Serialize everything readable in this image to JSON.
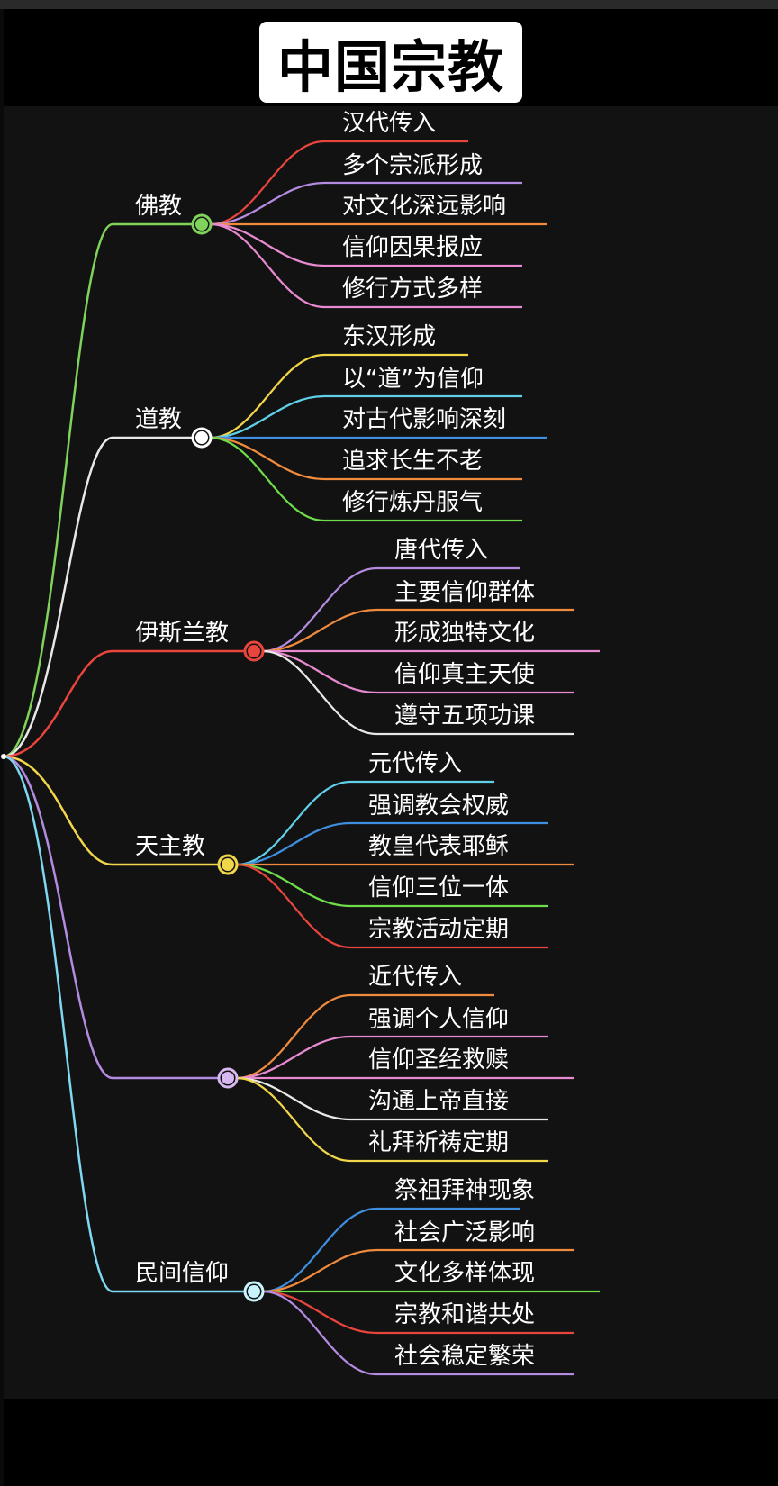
{
  "title": "中国宗教",
  "branches": [
    {
      "label": "佛教",
      "color": "#7fd35a",
      "dot": "#7fd35a",
      "leaves": [
        {
          "text": "汉代传入",
          "color": "#e8453c"
        },
        {
          "text": "多个宗派形成",
          "color": "#b38be0"
        },
        {
          "text": "对文化深远影响",
          "color": "#f08a3c"
        },
        {
          "text": "信仰因果报应",
          "color": "#e88ad0"
        },
        {
          "text": "修行方式多样",
          "color": "#e88ad0"
        }
      ]
    },
    {
      "label": "道教",
      "color": "#e8e8e8",
      "dot": "#ffffff",
      "leaves": [
        {
          "text": "东汉形成",
          "color": "#f2d64a"
        },
        {
          "text": "以“道”为信仰",
          "color": "#5fd0e8"
        },
        {
          "text": "对古代影响深刻",
          "color": "#3f8fe0"
        },
        {
          "text": "追求长生不老",
          "color": "#f08a3c"
        },
        {
          "text": "修行炼丹服气",
          "color": "#6fdc4a"
        }
      ]
    },
    {
      "label": "伊斯兰教",
      "color": "#e8453c",
      "dot": "#e8453c",
      "leaves": [
        {
          "text": "唐代传入",
          "color": "#b38be0"
        },
        {
          "text": "主要信仰群体",
          "color": "#f08a3c"
        },
        {
          "text": "形成独特文化",
          "color": "#e88ad0"
        },
        {
          "text": "信仰真主天使",
          "color": "#e88ad0"
        },
        {
          "text": "遵守五项功课",
          "color": "#e8e8e8"
        }
      ]
    },
    {
      "label": "天主教",
      "color": "#f2d64a",
      "dot": "#f2d64a",
      "leaves": [
        {
          "text": "元代传入",
          "color": "#5fd0e8"
        },
        {
          "text": "强调教会权威",
          "color": "#3f8fe0"
        },
        {
          "text": "教皇代表耶稣",
          "color": "#f08a3c"
        },
        {
          "text": "信仰三位一体",
          "color": "#6fdc4a"
        },
        {
          "text": "宗教活动定期",
          "color": "#e8453c"
        }
      ]
    },
    {
      "label": "",
      "color": "#b38be0",
      "dot": "#d8b8f0",
      "leaves": [
        {
          "text": "近代传入",
          "color": "#f08a3c"
        },
        {
          "text": "强调个人信仰",
          "color": "#e88ad0"
        },
        {
          "text": "信仰圣经救赎",
          "color": "#e88ad0"
        },
        {
          "text": "沟通上帝直接",
          "color": "#e8e8e8"
        },
        {
          "text": "礼拜祈祷定期",
          "color": "#f2d64a"
        }
      ]
    },
    {
      "label": "民间信仰",
      "color": "#7fd8f0",
      "dot": "#c8f4ff",
      "leaves": [
        {
          "text": "祭祖拜神现象",
          "color": "#3f8fe0"
        },
        {
          "text": "社会广泛影响",
          "color": "#f08a3c"
        },
        {
          "text": "文化多样体现",
          "color": "#6fdc4a"
        },
        {
          "text": "宗教和谐共处",
          "color": "#e8453c"
        },
        {
          "text": "社会稳定繁荣",
          "color": "#b38be0"
        }
      ]
    }
  ]
}
